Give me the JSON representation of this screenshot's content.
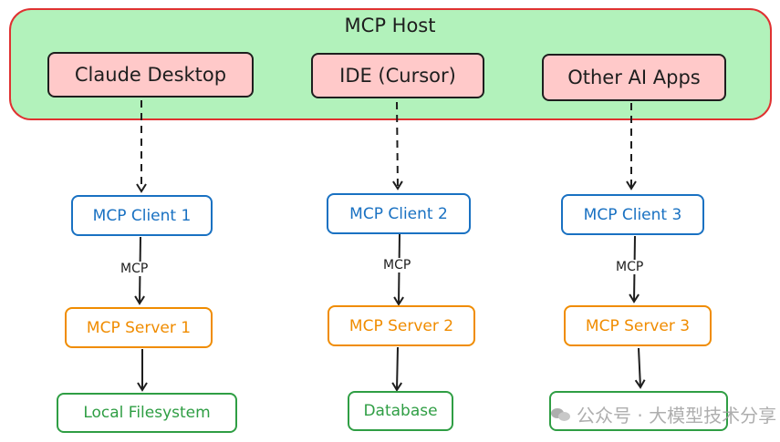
{
  "host": {
    "title": "MCP Host"
  },
  "apps": [
    {
      "label": "Claude Desktop"
    },
    {
      "label": "IDE (Cursor)"
    },
    {
      "label": "Other AI Apps"
    }
  ],
  "clients": [
    {
      "label": "MCP Client 1"
    },
    {
      "label": "MCP Client 2"
    },
    {
      "label": "MCP Client 3"
    }
  ],
  "protocol_label": "MCP",
  "servers": [
    {
      "label": "MCP Server 1"
    },
    {
      "label": "MCP Server 2"
    },
    {
      "label": "MCP Server 3"
    }
  ],
  "resources": [
    {
      "label": "Local Filesystem"
    },
    {
      "label": "Database"
    },
    {
      "label": ""
    }
  ],
  "watermark": {
    "text": "公众号 · 大模型技术分享"
  },
  "colors": {
    "host_fill": "#b2f2bb",
    "host_border": "#e03131",
    "app_fill": "#ffc9c9",
    "client": "#1971c2",
    "server": "#f08c00",
    "resource": "#2f9e44"
  }
}
